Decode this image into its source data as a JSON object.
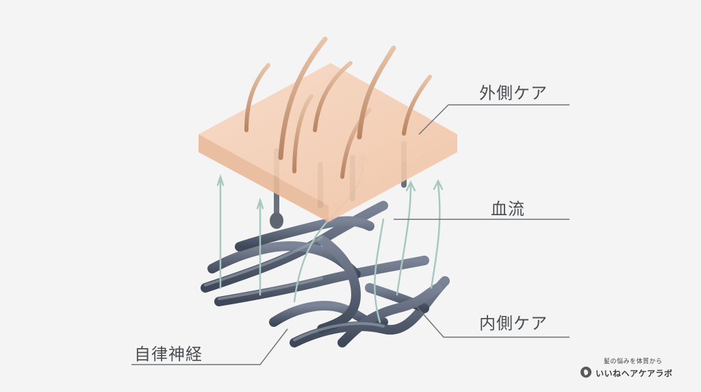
{
  "labels": {
    "outer_care": "外側ケア",
    "blood_flow": "血流",
    "inner_care": "内側ケア",
    "autonomic_nerves": "自律神経"
  },
  "brand": {
    "tagline": "髪の悩みを体質から",
    "name": "いいねヘアケアラボ"
  },
  "colors": {
    "skin": "#f3cbb0",
    "hair": "#c99878",
    "nerve": "#5a6475",
    "flow_arrow": "#a7c8bf",
    "leader_line": "#6f7276",
    "text": "#4a4d52"
  }
}
